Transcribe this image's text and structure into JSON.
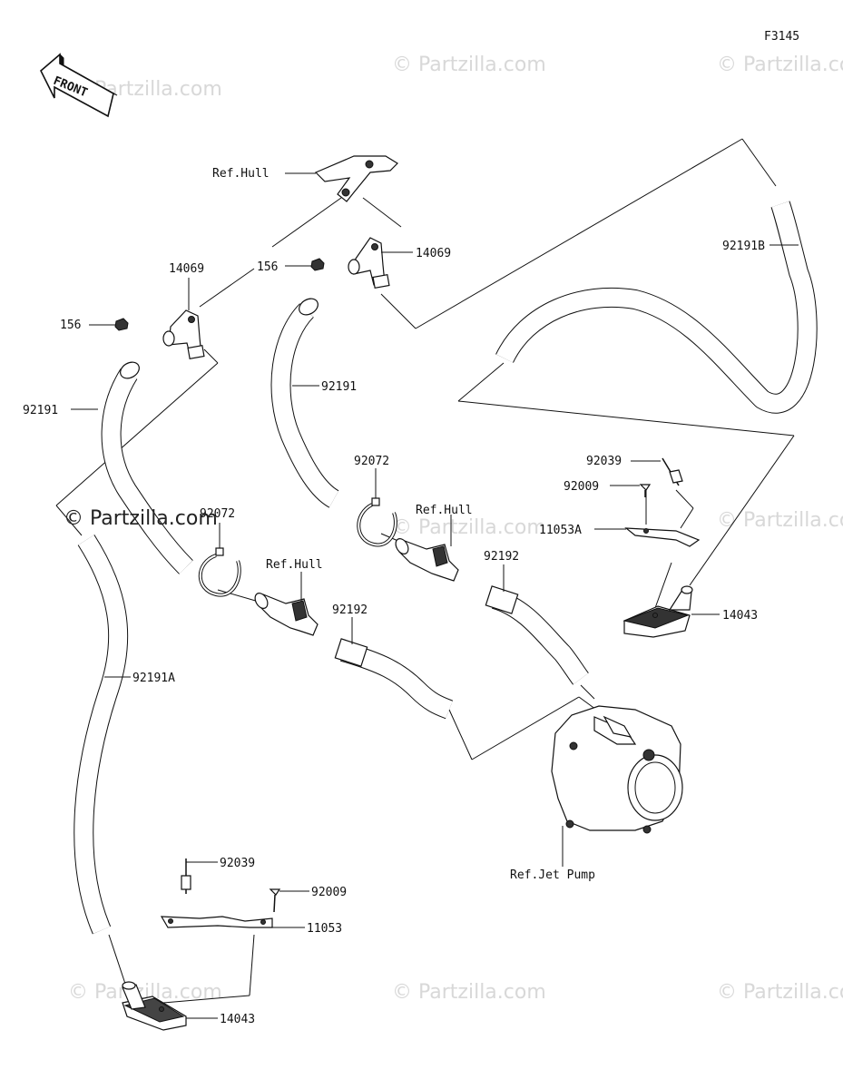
{
  "figure_code": "F3145",
  "front_label": "FRONT",
  "watermark": "© Partzilla.com",
  "labels": {
    "ref_hull_top": "Ref.Hull",
    "p14069_left": "14069",
    "p14069_right": "14069",
    "p156_left": "156",
    "p156_right": "156",
    "p92191_left": "92191",
    "p92191_mid": "92191",
    "p92191b": "92191B",
    "p92191a": "92191A",
    "p92072_left": "92072",
    "p92072_right": "92072",
    "ref_hull_mid_left": "Ref.Hull",
    "ref_hull_mid_right": "Ref.Hull",
    "p92192_left": "92192",
    "p92192_right": "92192",
    "p92039_right": "92039",
    "p92009_right": "92009",
    "p11053a": "11053A",
    "p14043_right": "14043",
    "ref_jet_pump": "Ref.Jet Pump",
    "p92039_left": "92039",
    "p92009_left": "92009",
    "p11053": "11053",
    "p14043_left": "14043"
  }
}
